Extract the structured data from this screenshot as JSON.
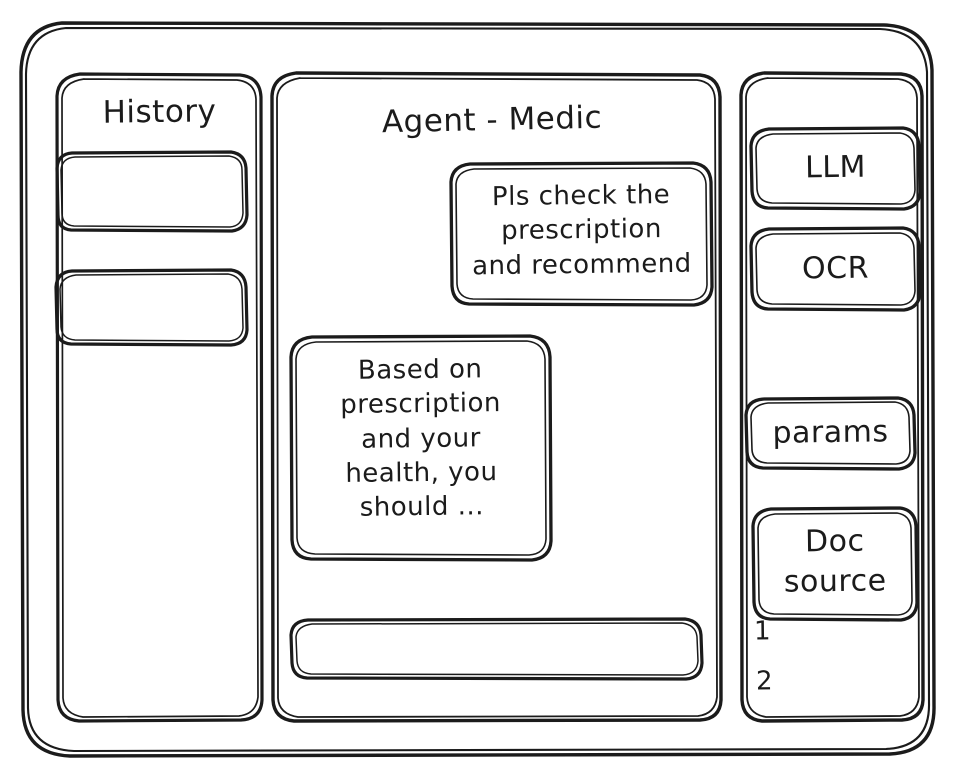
{
  "window": {
    "name": "agent-medic-wireframe"
  },
  "sidebar_left": {
    "title": "History",
    "items": [
      {
        "label": ""
      },
      {
        "label": ""
      }
    ]
  },
  "main": {
    "title": "Agent - Medic",
    "messages": [
      {
        "role": "user",
        "text": "Pls check the\nprescription\nand recommend"
      },
      {
        "role": "assistant",
        "text": "Based on\nprescription\nand your\nhealth, you\nshould ..."
      }
    ],
    "composer": {
      "value": "",
      "placeholder": ""
    }
  },
  "sidebar_right": {
    "buttons": [
      {
        "label": "LLM"
      },
      {
        "label": "OCR"
      },
      {
        "label": "params"
      }
    ],
    "doc_source": {
      "label": "Doc\nsource",
      "items": [
        {
          "label": "1"
        },
        {
          "label": "2"
        }
      ]
    }
  },
  "colors": {
    "ink": "#1b1b1b",
    "paper": "#ffffff"
  }
}
